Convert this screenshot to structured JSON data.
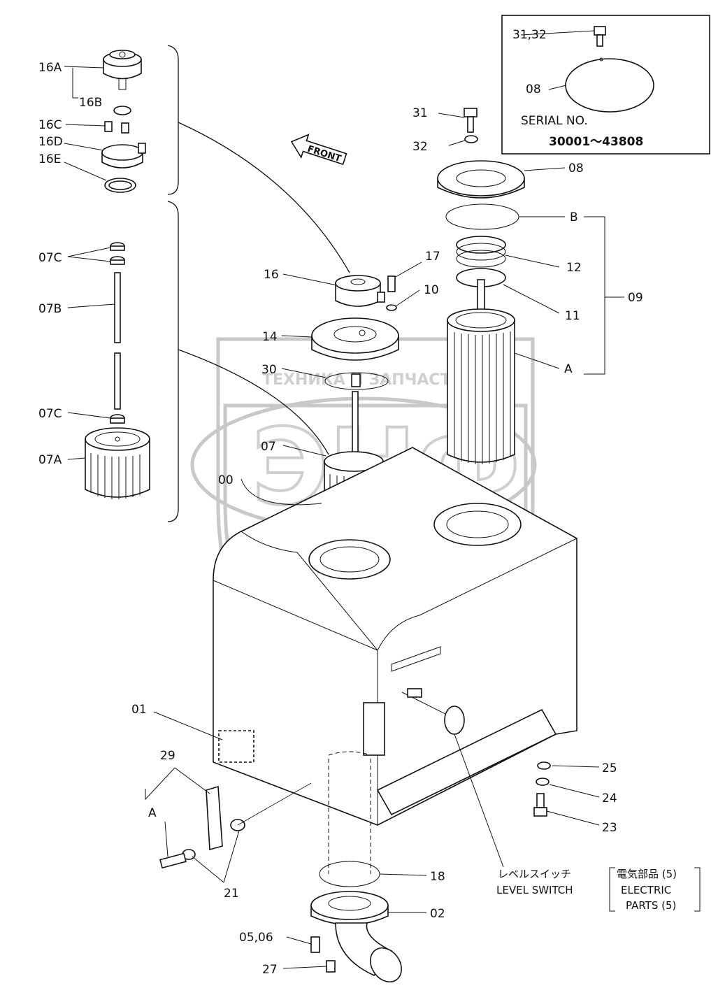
{
  "callouts": {
    "c16A": "16A",
    "c16B": "16B",
    "c16C": "16C",
    "c16D": "16D",
    "c16E": "16E",
    "c07C_top": "07C",
    "c07B": "07B",
    "c07C_bot": "07C",
    "c07A": "07A",
    "c16": "16",
    "c17": "17",
    "c10": "10",
    "c14": "14",
    "c30": "30",
    "c07": "07",
    "c00": "00",
    "c31": "31",
    "c32": "32",
    "c08": "08",
    "cB": "B",
    "c12": "12",
    "c11": "11",
    "c09": "09",
    "cA_filter": "A",
    "c01": "01",
    "c29": "29",
    "cA_left": "A",
    "c21": "21",
    "c18": "18",
    "c02": "02",
    "c05_06": "05,06",
    "c27": "27",
    "c25": "25",
    "c24": "24",
    "c23": "23"
  },
  "inset": {
    "callout_bolts": "31,32",
    "callout_cover": "08",
    "serial_label": "SERIAL NO.",
    "serial_range": "30001～43808"
  },
  "front_arrow": "FRONT",
  "level_switch": {
    "jp": "レベルスイッチ",
    "en": "LEVEL SWITCH"
  },
  "electric_parts": {
    "jp": "電気部品 (5)",
    "en1": "ELECTRIC",
    "en2": "PARTS (5)"
  },
  "watermark": {
    "text": "ТЕХНИКА И ЗАПЧАСТИ",
    "logo": "ЭНФ"
  }
}
